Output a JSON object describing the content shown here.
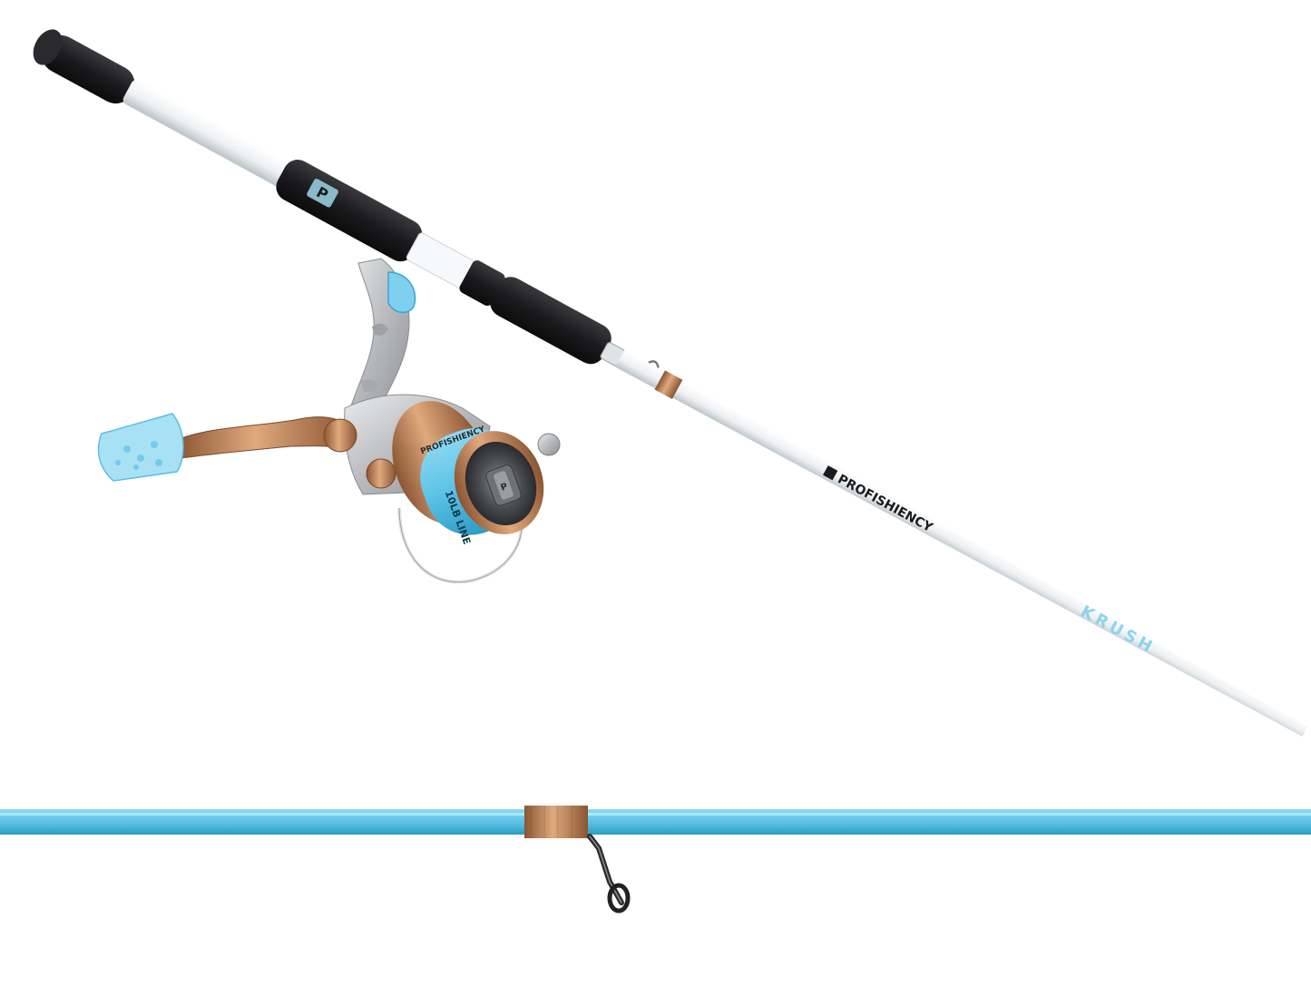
{
  "product": {
    "rod_brand_label": "PROFISHIENCY",
    "rod_model_label": "KRUSH",
    "reel_brand_label": "PROFISHIENCY",
    "reel_spool_label": "10LB LINE",
    "logo_mark": "P"
  },
  "colors": {
    "background": "#ffffff",
    "rod_white": "#f4f6f7",
    "rod_shadow": "#c9d0d4",
    "grip_black": "#1b1b1d",
    "accent_blue": "#5cc3e6",
    "accent_blue_dark": "#2e9cc6",
    "copper": "#c98a5a",
    "copper_dark": "#8a5532",
    "reel_silver": "#c8c9cb",
    "guide_dark": "#2b2b2b"
  },
  "icons": {
    "logo": "profishiency-p-logo-icon",
    "line_guide": "line-guide-icon"
  }
}
